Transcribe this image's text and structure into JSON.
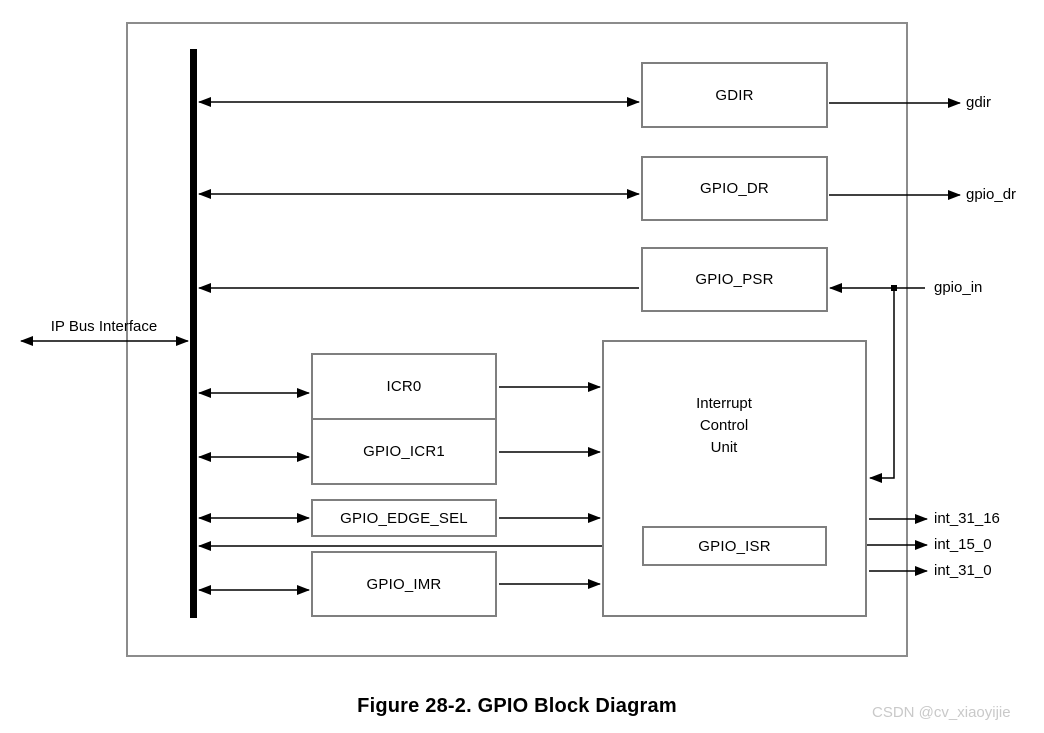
{
  "figure": {
    "caption": "Figure 28-2. GPIO Block Diagram",
    "watermark": "CSDN @cv_xiaoyijie"
  },
  "diagram": {
    "bus_label": "IP Bus Interface",
    "blocks": {
      "gdir": "GDIR",
      "gpio_dr": "GPIO_DR",
      "gpio_psr": "GPIO_PSR",
      "icr0": "ICR0",
      "gpio_icr1": "GPIO_ICR1",
      "gpio_edge_sel": "GPIO_EDGE_SEL",
      "gpio_imr": "GPIO_IMR",
      "gpio_isr": "GPIO_ISR",
      "icu_line1": "Interrupt",
      "icu_line2": "Control",
      "icu_line3": "Unit"
    },
    "signals": {
      "gdir": "gdir",
      "gpio_dr": "gpio_dr",
      "gpio_in": "gpio_in",
      "int_31_16": "int_31_16",
      "int_15_0": "int_15_0",
      "int_31_0": "int_31_0"
    }
  },
  "colors": {
    "background": "#ffffff",
    "box_border": "#7f7f7f",
    "outer_border": "#8c8c8c",
    "line": "#000000",
    "text": "#000000",
    "watermark": "#c9c9c9"
  }
}
